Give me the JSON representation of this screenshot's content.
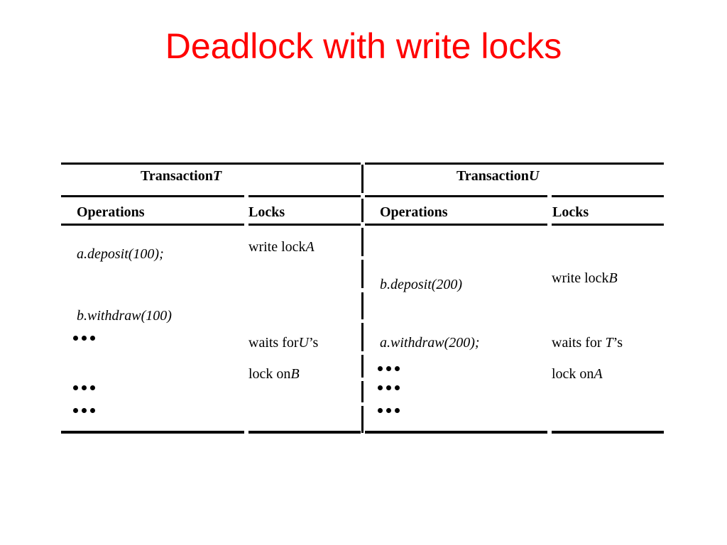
{
  "slide": {
    "title": "Deadlock with write locks",
    "title_color": "#ff0000"
  },
  "table": {
    "header": {
      "t_word": "Transaction",
      "t_name": "T",
      "u_word": "Transaction",
      "u_name": "U"
    },
    "columns": {
      "t_operations": "Operations",
      "t_locks": "Locks",
      "u_operations": "Operations",
      "u_locks": "Locks"
    },
    "rows": {
      "t_op1": "a.deposit(100);",
      "t_lock1_text": "write lock",
      "t_lock1_obj": "A",
      "u_op1": "b.deposit(200)",
      "u_lock1_text": "write lock",
      "u_lock1_obj": "B",
      "t_op2": "b.withdraw(100)",
      "t_lock2_pre": "waits for",
      "t_lock2_who": "U",
      "t_lock2_post": "’s",
      "t_lock2_line2": "lock on",
      "t_lock2_obj": "B",
      "u_op2": "a.withdraw(200);",
      "u_lock2_pre": "waits for ",
      "u_lock2_who": "T",
      "u_lock2_post": "’s",
      "u_lock2_line2": "lock on",
      "u_lock2_obj": "A"
    }
  }
}
